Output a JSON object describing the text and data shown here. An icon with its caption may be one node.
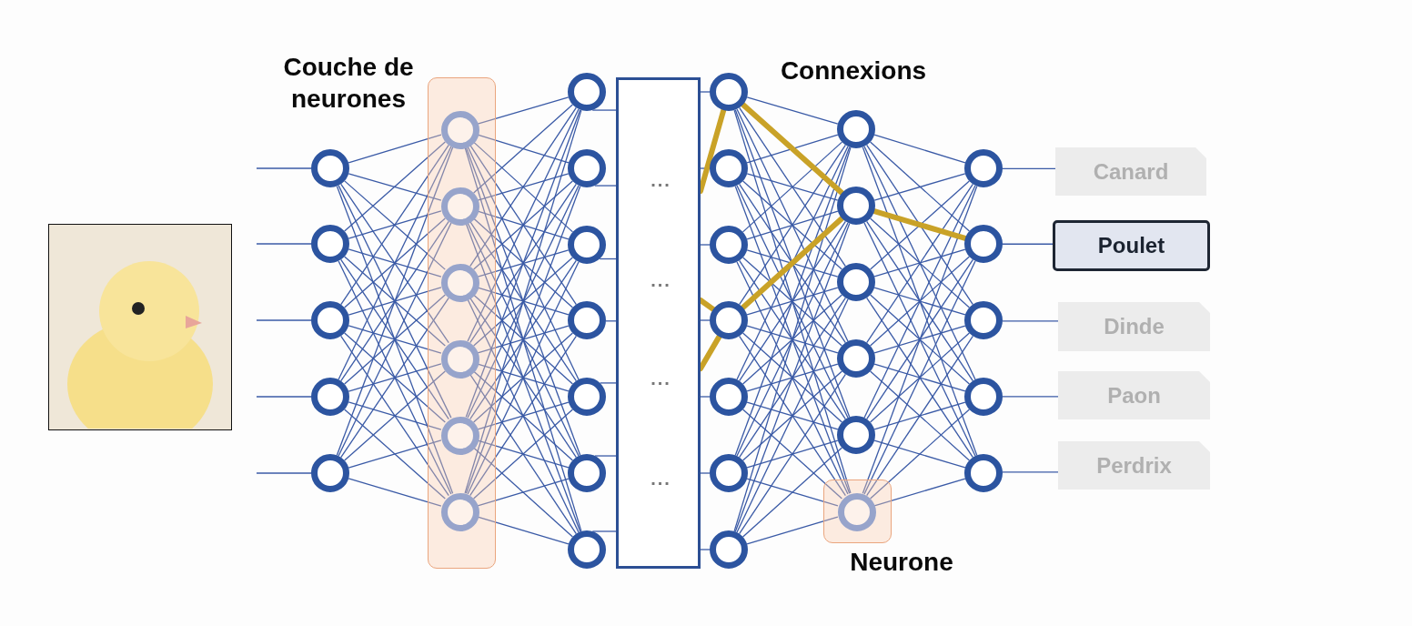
{
  "diagram": {
    "nodes": [
      {
        "text": [],
        "shape": "picture"
      },
      {
        "text": [],
        "shape": "circle"
      },
      {
        "text": [],
        "shape": "circle"
      },
      {
        "text": [],
        "shape": "circle"
      },
      {
        "text": [],
        "shape": "circle"
      },
      {
        "text": [],
        "shape": "circle"
      },
      {
        "text": [
          "Couche de neurones"
        ]
      },
      {
        "text": [],
        "shape": "circle",
        "in": 6
      },
      {
        "text": [],
        "shape": "circle",
        "in": 6
      },
      {
        "text": [],
        "shape": "circle",
        "in": 6
      },
      {
        "text": [],
        "shape": "circle",
        "in": 6
      },
      {
        "text": [],
        "shape": "circle",
        "in": 6
      },
      {
        "text": [],
        "shape": "circle",
        "in": 6
      },
      {
        "text": [],
        "shape": "circle"
      },
      {
        "text": [],
        "shape": "circle"
      },
      {
        "text": [],
        "shape": "circle"
      },
      {
        "text": [],
        "shape": "circle"
      },
      {
        "text": [],
        "shape": "circle"
      },
      {
        "text": [],
        "shape": "circle"
      },
      {
        "text": [],
        "shape": "circle"
      },
      {
        "text": [
          "...",
          "...",
          "...",
          "..."
        ]
      },
      {
        "text": [],
        "shape": "circle"
      },
      {
        "text": [],
        "shape": "circle"
      },
      {
        "text": [],
        "shape": "circle"
      },
      {
        "text": [],
        "shape": "circle"
      },
      {
        "text": [],
        "shape": "circle"
      },
      {
        "text": [],
        "shape": "circle"
      },
      {
        "text": [],
        "shape": "circle"
      },
      {
        "text": [],
        "shape": "circle"
      },
      {
        "text": [],
        "shape": "circle"
      },
      {
        "text": [],
        "shape": "circle"
      },
      {
        "text": [],
        "shape": "circle"
      },
      {
        "text": [],
        "shape": "circle"
      },
      {
        "text": [
          "Neurone"
        ]
      },
      {
        "text": [],
        "shape": "circle",
        "in": 33
      },
      {
        "text": [],
        "shape": "circle"
      },
      {
        "text": [],
        "shape": "circle"
      },
      {
        "text": [],
        "shape": "circle"
      },
      {
        "text": [],
        "shape": "circle"
      },
      {
        "text": [],
        "shape": "circle"
      },
      {
        "text": [
          "Canard"
        ]
      },
      {
        "text": [
          "Poulet"
        ]
      },
      {
        "text": [
          "Dinde"
        ]
      },
      {
        "text": [
          "Paon"
        ]
      },
      {
        "text": [
          "Perdrix"
        ]
      }
    ],
    "edges": [
      {
        "from": null,
        "to": 1,
        "arrow": "none"
      },
      {
        "from": null,
        "to": 2,
        "arrow": "none"
      },
      {
        "from": null,
        "to": 3,
        "arrow": "none"
      },
      {
        "from": null,
        "to": 4,
        "arrow": "none"
      },
      {
        "from": null,
        "to": 5,
        "arrow": "none"
      },
      {
        "from": 1,
        "to": 7,
        "arrow": "none"
      },
      {
        "from": 1,
        "to": 8,
        "arrow": "none"
      },
      {
        "from": 1,
        "to": 9,
        "arrow": "none"
      },
      {
        "from": 1,
        "to": 10,
        "arrow": "none"
      },
      {
        "from": 1,
        "to": 11,
        "arrow": "none"
      },
      {
        "from": 1,
        "to": 12,
        "arrow": "none"
      },
      {
        "from": 2,
        "to": 7,
        "arrow": "none"
      },
      {
        "from": 2,
        "to": 8,
        "arrow": "none"
      },
      {
        "from": 2,
        "to": 9,
        "arrow": "none"
      },
      {
        "from": 2,
        "to": 10,
        "arrow": "none"
      },
      {
        "from": 2,
        "to": 11,
        "arrow": "none"
      },
      {
        "from": 2,
        "to": 12,
        "arrow": "none"
      },
      {
        "from": 3,
        "to": 7,
        "arrow": "none"
      },
      {
        "from": 3,
        "to": 8,
        "arrow": "none"
      },
      {
        "from": 3,
        "to": 9,
        "arrow": "none"
      },
      {
        "from": 3,
        "to": 10,
        "arrow": "none"
      },
      {
        "from": 3,
        "to": 11,
        "arrow": "none"
      },
      {
        "from": 3,
        "to": 12,
        "arrow": "none"
      },
      {
        "from": 4,
        "to": 7,
        "arrow": "none"
      },
      {
        "from": 4,
        "to": 8,
        "arrow": "none"
      },
      {
        "from": 4,
        "to": 9,
        "arrow": "none"
      },
      {
        "from": 4,
        "to": 10,
        "arrow": "none"
      },
      {
        "from": 4,
        "to": 11,
        "arrow": "none"
      },
      {
        "from": 4,
        "to": 12,
        "arrow": "none"
      },
      {
        "from": 5,
        "to": 7,
        "arrow": "none"
      },
      {
        "from": 5,
        "to": 8,
        "arrow": "none"
      },
      {
        "from": 5,
        "to": 9,
        "arrow": "none"
      },
      {
        "from": 5,
        "to": 10,
        "arrow": "none"
      },
      {
        "from": 5,
        "to": 11,
        "arrow": "none"
      },
      {
        "from": 5,
        "to": 12,
        "arrow": "none"
      },
      {
        "from": 7,
        "to": 13,
        "arrow": "none"
      },
      {
        "from": 7,
        "to": 14,
        "arrow": "none"
      },
      {
        "from": 7,
        "to": 15,
        "arrow": "none"
      },
      {
        "from": 7,
        "to": 16,
        "arrow": "none"
      },
      {
        "from": 7,
        "to": 17,
        "arrow": "none"
      },
      {
        "from": 7,
        "to": 18,
        "arrow": "none"
      },
      {
        "from": 7,
        "to": 19,
        "arrow": "none"
      },
      {
        "from": 8,
        "to": 13,
        "arrow": "none"
      },
      {
        "from": 8,
        "to": 14,
        "arrow": "none"
      },
      {
        "from": 8,
        "to": 15,
        "arrow": "none"
      },
      {
        "from": 8,
        "to": 16,
        "arrow": "none"
      },
      {
        "from": 8,
        "to": 17,
        "arrow": "none"
      },
      {
        "from": 8,
        "to": 18,
        "arrow": "none"
      },
      {
        "from": 8,
        "to": 19,
        "arrow": "none"
      },
      {
        "from": 9,
        "to": 13,
        "arrow": "none"
      },
      {
        "from": 9,
        "to": 14,
        "arrow": "none"
      },
      {
        "from": 9,
        "to": 15,
        "arrow": "none"
      },
      {
        "from": 9,
        "to": 16,
        "arrow": "none"
      },
      {
        "from": 9,
        "to": 17,
        "arrow": "none"
      },
      {
        "from": 9,
        "to": 18,
        "arrow": "none"
      },
      {
        "from": 9,
        "to": 19,
        "arrow": "none"
      },
      {
        "from": 10,
        "to": 13,
        "arrow": "none"
      },
      {
        "from": 10,
        "to": 14,
        "arrow": "none"
      },
      {
        "from": 10,
        "to": 15,
        "arrow": "none"
      },
      {
        "from": 10,
        "to": 16,
        "arrow": "none"
      },
      {
        "from": 10,
        "to": 17,
        "arrow": "none"
      },
      {
        "from": 10,
        "to": 18,
        "arrow": "none"
      },
      {
        "from": 10,
        "to": 19,
        "arrow": "none"
      },
      {
        "from": 11,
        "to": 13,
        "arrow": "none"
      },
      {
        "from": 11,
        "to": 14,
        "arrow": "none"
      },
      {
        "from": 11,
        "to": 15,
        "arrow": "none"
      },
      {
        "from": 11,
        "to": 16,
        "arrow": "none"
      },
      {
        "from": 11,
        "to": 17,
        "arrow": "none"
      },
      {
        "from": 11,
        "to": 18,
        "arrow": "none"
      },
      {
        "from": 11,
        "to": 19,
        "arrow": "none"
      },
      {
        "from": 12,
        "to": 13,
        "arrow": "none"
      },
      {
        "from": 12,
        "to": 14,
        "arrow": "none"
      },
      {
        "from": 12,
        "to": 15,
        "arrow": "none"
      },
      {
        "from": 12,
        "to": 16,
        "arrow": "none"
      },
      {
        "from": 12,
        "to": 17,
        "arrow": "none"
      },
      {
        "from": 12,
        "to": 18,
        "arrow": "none"
      },
      {
        "from": 12,
        "to": 19,
        "arrow": "none"
      },
      {
        "from": 13,
        "to": 20,
        "arrow": "none"
      },
      {
        "from": 14,
        "to": 20,
        "arrow": "none"
      },
      {
        "from": 15,
        "to": 20,
        "arrow": "none"
      },
      {
        "from": 16,
        "to": 20,
        "arrow": "none"
      },
      {
        "from": 17,
        "to": 20,
        "arrow": "none"
      },
      {
        "from": 18,
        "to": 20,
        "arrow": "none"
      },
      {
        "from": 19,
        "to": 20,
        "arrow": "none"
      },
      {
        "from": 20,
        "to": 21,
        "arrow": "none"
      },
      {
        "from": 20,
        "to": 22,
        "arrow": "none"
      },
      {
        "from": 20,
        "to": 23,
        "arrow": "none"
      },
      {
        "from": 20,
        "to": 24,
        "arrow": "none"
      },
      {
        "from": 20,
        "to": 25,
        "arrow": "none"
      },
      {
        "from": 20,
        "to": 26,
        "arrow": "none"
      },
      {
        "from": 20,
        "to": 27,
        "arrow": "none"
      },
      {
        "from": 20,
        "to": 21,
        "arrow": "none",
        "style": "thick",
        "color": "#c9a227"
      },
      {
        "from": 20,
        "to": 24,
        "arrow": "none",
        "style": "thick",
        "color": "#c9a227"
      },
      {
        "from": 20,
        "to": 24,
        "arrow": "none",
        "style": "thick",
        "color": "#c9a227"
      },
      {
        "from": 21,
        "to": 28,
        "arrow": "none"
      },
      {
        "from": 21,
        "to": 29,
        "arrow": "none",
        "style": "thick",
        "color": "#c9a227"
      },
      {
        "from": 21,
        "to": 30,
        "arrow": "none"
      },
      {
        "from": 21,
        "to": 31,
        "arrow": "none"
      },
      {
        "from": 21,
        "to": 32,
        "arrow": "none"
      },
      {
        "from": 21,
        "to": 34,
        "arrow": "none"
      },
      {
        "from": 22,
        "to": 28,
        "arrow": "none"
      },
      {
        "from": 22,
        "to": 29,
        "arrow": "none"
      },
      {
        "from": 22,
        "to": 30,
        "arrow": "none"
      },
      {
        "from": 22,
        "to": 31,
        "arrow": "none"
      },
      {
        "from": 22,
        "to": 32,
        "arrow": "none"
      },
      {
        "from": 22,
        "to": 34,
        "arrow": "none"
      },
      {
        "from": 23,
        "to": 28,
        "arrow": "none"
      },
      {
        "from": 23,
        "to": 29,
        "arrow": "none"
      },
      {
        "from": 23,
        "to": 30,
        "arrow": "none"
      },
      {
        "from": 23,
        "to": 31,
        "arrow": "none"
      },
      {
        "from": 23,
        "to": 32,
        "arrow": "none"
      },
      {
        "from": 23,
        "to": 34,
        "arrow": "none"
      },
      {
        "from": 24,
        "to": 28,
        "arrow": "none"
      },
      {
        "from": 24,
        "to": 29,
        "arrow": "none",
        "style": "thick",
        "color": "#c9a227"
      },
      {
        "from": 24,
        "to": 30,
        "arrow": "none"
      },
      {
        "from": 24,
        "to": 31,
        "arrow": "none"
      },
      {
        "from": 24,
        "to": 32,
        "arrow": "none"
      },
      {
        "from": 24,
        "to": 34,
        "arrow": "none"
      },
      {
        "from": 25,
        "to": 28,
        "arrow": "none"
      },
      {
        "from": 25,
        "to": 29,
        "arrow": "none"
      },
      {
        "from": 25,
        "to": 30,
        "arrow": "none"
      },
      {
        "from": 25,
        "to": 31,
        "arrow": "none"
      },
      {
        "from": 25,
        "to": 32,
        "arrow": "none"
      },
      {
        "from": 25,
        "to": 34,
        "arrow": "none"
      },
      {
        "from": 26,
        "to": 28,
        "arrow": "none"
      },
      {
        "from": 26,
        "to": 29,
        "arrow": "none"
      },
      {
        "from": 26,
        "to": 30,
        "arrow": "none"
      },
      {
        "from": 26,
        "to": 31,
        "arrow": "none"
      },
      {
        "from": 26,
        "to": 32,
        "arrow": "none"
      },
      {
        "from": 26,
        "to": 34,
        "arrow": "none"
      },
      {
        "from": 27,
        "to": 28,
        "arrow": "none"
      },
      {
        "from": 27,
        "to": 29,
        "arrow": "none"
      },
      {
        "from": 27,
        "to": 30,
        "arrow": "none"
      },
      {
        "from": 27,
        "to": 31,
        "arrow": "none"
      },
      {
        "from": 27,
        "to": 32,
        "arrow": "none"
      },
      {
        "from": 27,
        "to": 34,
        "arrow": "none"
      },
      {
        "from": 28,
        "to": 35,
        "arrow": "none"
      },
      {
        "from": 28,
        "to": 36,
        "arrow": "none"
      },
      {
        "from": 28,
        "to": 37,
        "arrow": "none"
      },
      {
        "from": 28,
        "to": 38,
        "arrow": "none"
      },
      {
        "from": 28,
        "to": 39,
        "arrow": "none"
      },
      {
        "from": 29,
        "to": 35,
        "arrow": "none"
      },
      {
        "from": 29,
        "to": 36,
        "arrow": "none",
        "style": "thick",
        "color": "#c9a227"
      },
      {
        "from": 29,
        "to": 37,
        "arrow": "none"
      },
      {
        "from": 29,
        "to": 38,
        "arrow": "none"
      },
      {
        "from": 29,
        "to": 39,
        "arrow": "none"
      },
      {
        "from": 30,
        "to": 35,
        "arrow": "none"
      },
      {
        "from": 30,
        "to": 36,
        "arrow": "none"
      },
      {
        "from": 30,
        "to": 37,
        "arrow": "none"
      },
      {
        "from": 30,
        "to": 38,
        "arrow": "none"
      },
      {
        "from": 30,
        "to": 39,
        "arrow": "none"
      },
      {
        "from": 31,
        "to": 35,
        "arrow": "none"
      },
      {
        "from": 31,
        "to": 36,
        "arrow": "none"
      },
      {
        "from": 31,
        "to": 37,
        "arrow": "none"
      },
      {
        "from": 31,
        "to": 38,
        "arrow": "none"
      },
      {
        "from": 31,
        "to": 39,
        "arrow": "none"
      },
      {
        "from": 32,
        "to": 35,
        "arrow": "none"
      },
      {
        "from": 32,
        "to": 36,
        "arrow": "none"
      },
      {
        "from": 32,
        "to": 37,
        "arrow": "none"
      },
      {
        "from": 32,
        "to": 38,
        "arrow": "none"
      },
      {
        "from": 32,
        "to": 39,
        "arrow": "none"
      },
      {
        "from": 34,
        "to": 35,
        "arrow": "none"
      },
      {
        "from": 34,
        "to": 36,
        "arrow": "none"
      },
      {
        "from": 34,
        "to": 37,
        "arrow": "none"
      },
      {
        "from": 34,
        "to": 38,
        "arrow": "none"
      },
      {
        "from": 34,
        "to": 39,
        "arrow": "none"
      },
      {
        "from": 35,
        "to": 40,
        "arrow": "none"
      },
      {
        "from": 36,
        "to": 41,
        "arrow": "none"
      },
      {
        "from": 37,
        "to": 42,
        "arrow": "none"
      },
      {
        "from": 38,
        "to": 43,
        "arrow": "none"
      },
      {
        "from": 39,
        "to": 44,
        "arrow": "none"
      }
    ],
    "labels": [
      "Connexions"
    ]
  }
}
